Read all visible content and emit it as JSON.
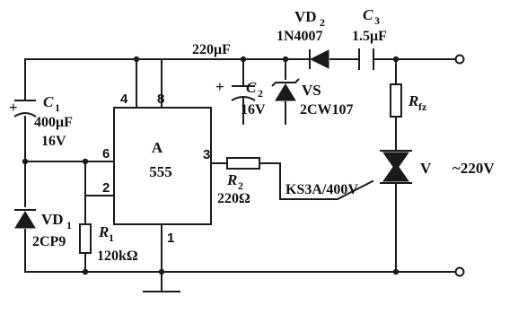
{
  "ic": {
    "name": "A",
    "type": "555",
    "pins": {
      "p4": "4",
      "p8": "8",
      "p6": "6",
      "p2": "2",
      "p3": "3",
      "p1": "1"
    }
  },
  "c1": {
    "name": "C",
    "sub": "1",
    "value": "400μF",
    "voltage": "16V",
    "polarity": "+"
  },
  "c2": {
    "name": "C",
    "sub": "2",
    "value": "220μF",
    "voltage": "16V",
    "polarity": "+"
  },
  "c3": {
    "name": "C",
    "sub": "3",
    "value": "1.5μF"
  },
  "vd1": {
    "name": "VD",
    "sub": "1",
    "model": "2CP9"
  },
  "vd2": {
    "name": "VD",
    "sub": "2",
    "model": "1N4007"
  },
  "vs": {
    "name": "VS",
    "model": "2CW107"
  },
  "r1": {
    "name": "R",
    "sub": "1",
    "value": "120kΩ"
  },
  "r2": {
    "name": "R",
    "sub": "2",
    "value": "220Ω"
  },
  "rfz": {
    "name": "R",
    "sub": "fz"
  },
  "triac": {
    "name": "V",
    "model": "KS3A/400V"
  },
  "supply": {
    "label": "~220V"
  }
}
